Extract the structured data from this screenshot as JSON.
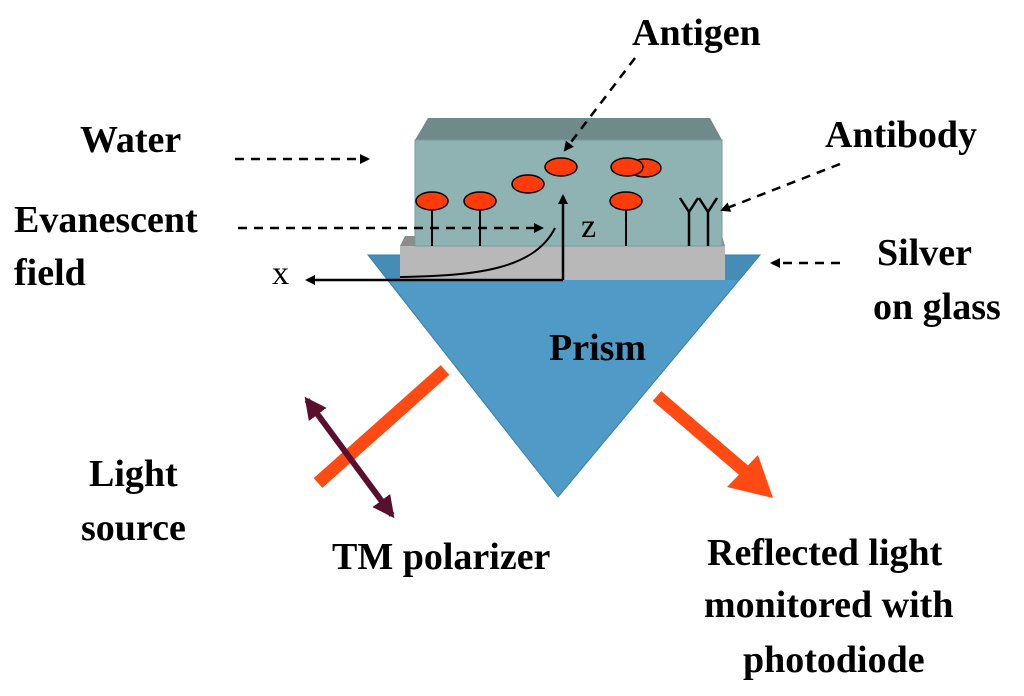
{
  "labels": {
    "antigen": "Antigen",
    "water": "Water",
    "antibody": "Antibody",
    "evanescent_line1": "Evanescent",
    "evanescent_line2": "field",
    "silver_line1": "Silver",
    "silver_line2": "on glass",
    "prism": "Prism",
    "light_line1": "Light",
    "light_line2": "source",
    "tm_polarizer": "TM polarizer",
    "reflected_line1": "Reflected light",
    "reflected_line2": "monitored with",
    "reflected_line3": "photodiode",
    "axis_x": "x",
    "axis_z": "z"
  },
  "colors": {
    "water_front": "#8fb3b3",
    "water_top": "#6e8a8a",
    "silver": "#b8b8b8",
    "silver_top": "#8c8c8c",
    "prism": "#4f9ac7",
    "prism_edge": "#3a7ea8",
    "beam": "#ff4a14",
    "antigen": "#ff3b0a",
    "polarizer": "#5a0f2e"
  }
}
